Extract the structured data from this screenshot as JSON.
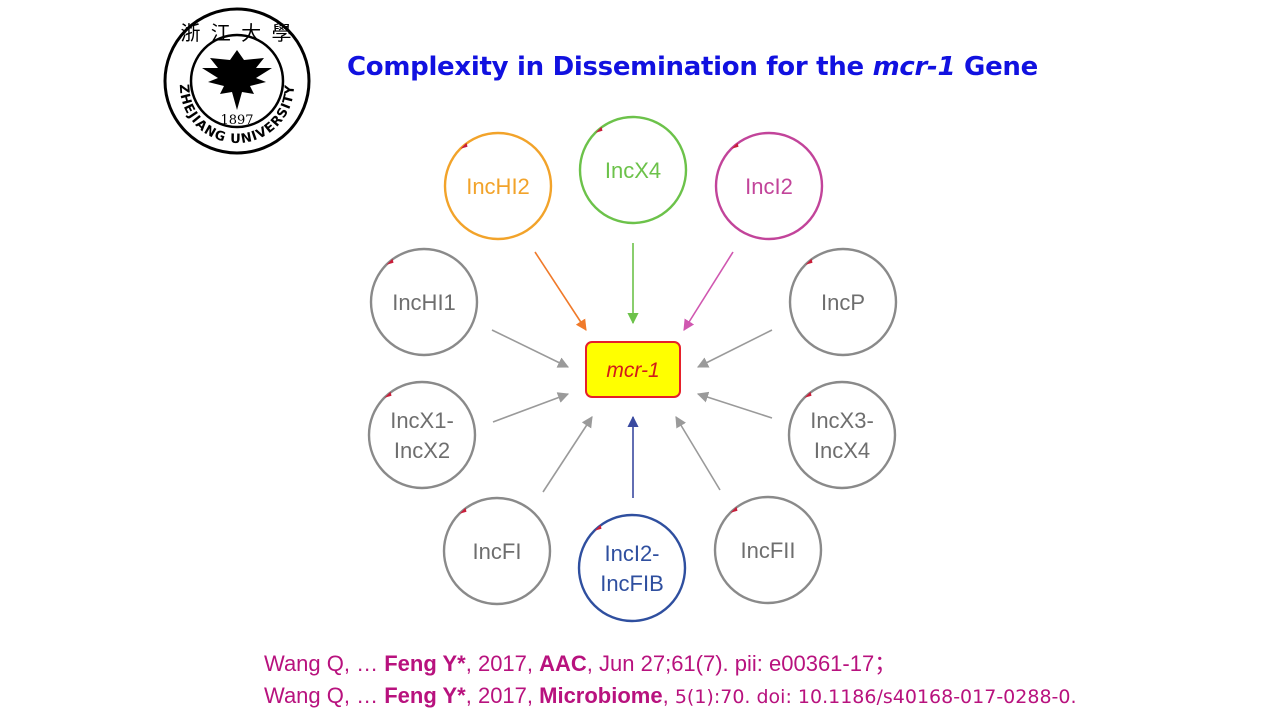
{
  "title": {
    "prefix": "Complexity in Dissemination for the ",
    "gene": "mcr-1",
    "suffix": " Gene"
  },
  "logo": {
    "university": "ZHEJIANG UNIVERSITY",
    "year": "1897",
    "chinese_chars": "浙 江 大 學"
  },
  "diagram": {
    "center": {
      "label": "mcr-1",
      "fill": "#ffff00",
      "border": "#e6202a",
      "text_color": "#d21a1a"
    },
    "plasmids": [
      {
        "id": "inchi2",
        "lines": [
          "IncHI2"
        ],
        "color": "#f2a32a",
        "arrow_color": "#f07a2a"
      },
      {
        "id": "incx4",
        "lines": [
          "IncX4"
        ],
        "color": "#6cc24a",
        "arrow_color": "#6cc24a"
      },
      {
        "id": "inci2",
        "lines": [
          "IncI2"
        ],
        "color": "#c2449a",
        "arrow_color": "#d057b0"
      },
      {
        "id": "inchi1",
        "lines": [
          "IncHI1"
        ],
        "color": "#8a8a8a",
        "arrow_color": "#9a9a9a"
      },
      {
        "id": "incp",
        "lines": [
          "IncP"
        ],
        "color": "#8a8a8a",
        "arrow_color": "#9a9a9a"
      },
      {
        "id": "incx1-incx2",
        "lines": [
          "IncX1-",
          "IncX2"
        ],
        "color": "#8a8a8a",
        "arrow_color": "#9a9a9a"
      },
      {
        "id": "incx3-incx4",
        "lines": [
          "IncX3-",
          "IncX4"
        ],
        "color": "#8a8a8a",
        "arrow_color": "#9a9a9a"
      },
      {
        "id": "incfi",
        "lines": [
          "IncFI"
        ],
        "color": "#8a8a8a",
        "arrow_color": "#9a9a9a"
      },
      {
        "id": "inci2-incfib",
        "lines": [
          "IncI2-",
          "IncFIB"
        ],
        "color": "#2f4f9f",
        "arrow_color": "#3a4aa0"
      },
      {
        "id": "incfii",
        "lines": [
          "IncFII"
        ],
        "color": "#8a8a8a",
        "arrow_color": "#9a9a9a"
      }
    ],
    "marker_color": "#c81e3a"
  },
  "references": [
    {
      "part1": "Wang Q, … ",
      "author": "Feng Y*",
      "part2": ", 2017, ",
      "journal": "AAC",
      "part3": ", Jun 27;61(7). pii: e00361-17",
      "part4": "；"
    },
    {
      "part1": "Wang Q, … ",
      "author": "Feng Y*",
      "part2": ", 2017, ",
      "journal": "Microbiome",
      "part3": ", ",
      "part4": "5(1):70. doi: 10.1186/s40168-017-0288-0."
    }
  ]
}
